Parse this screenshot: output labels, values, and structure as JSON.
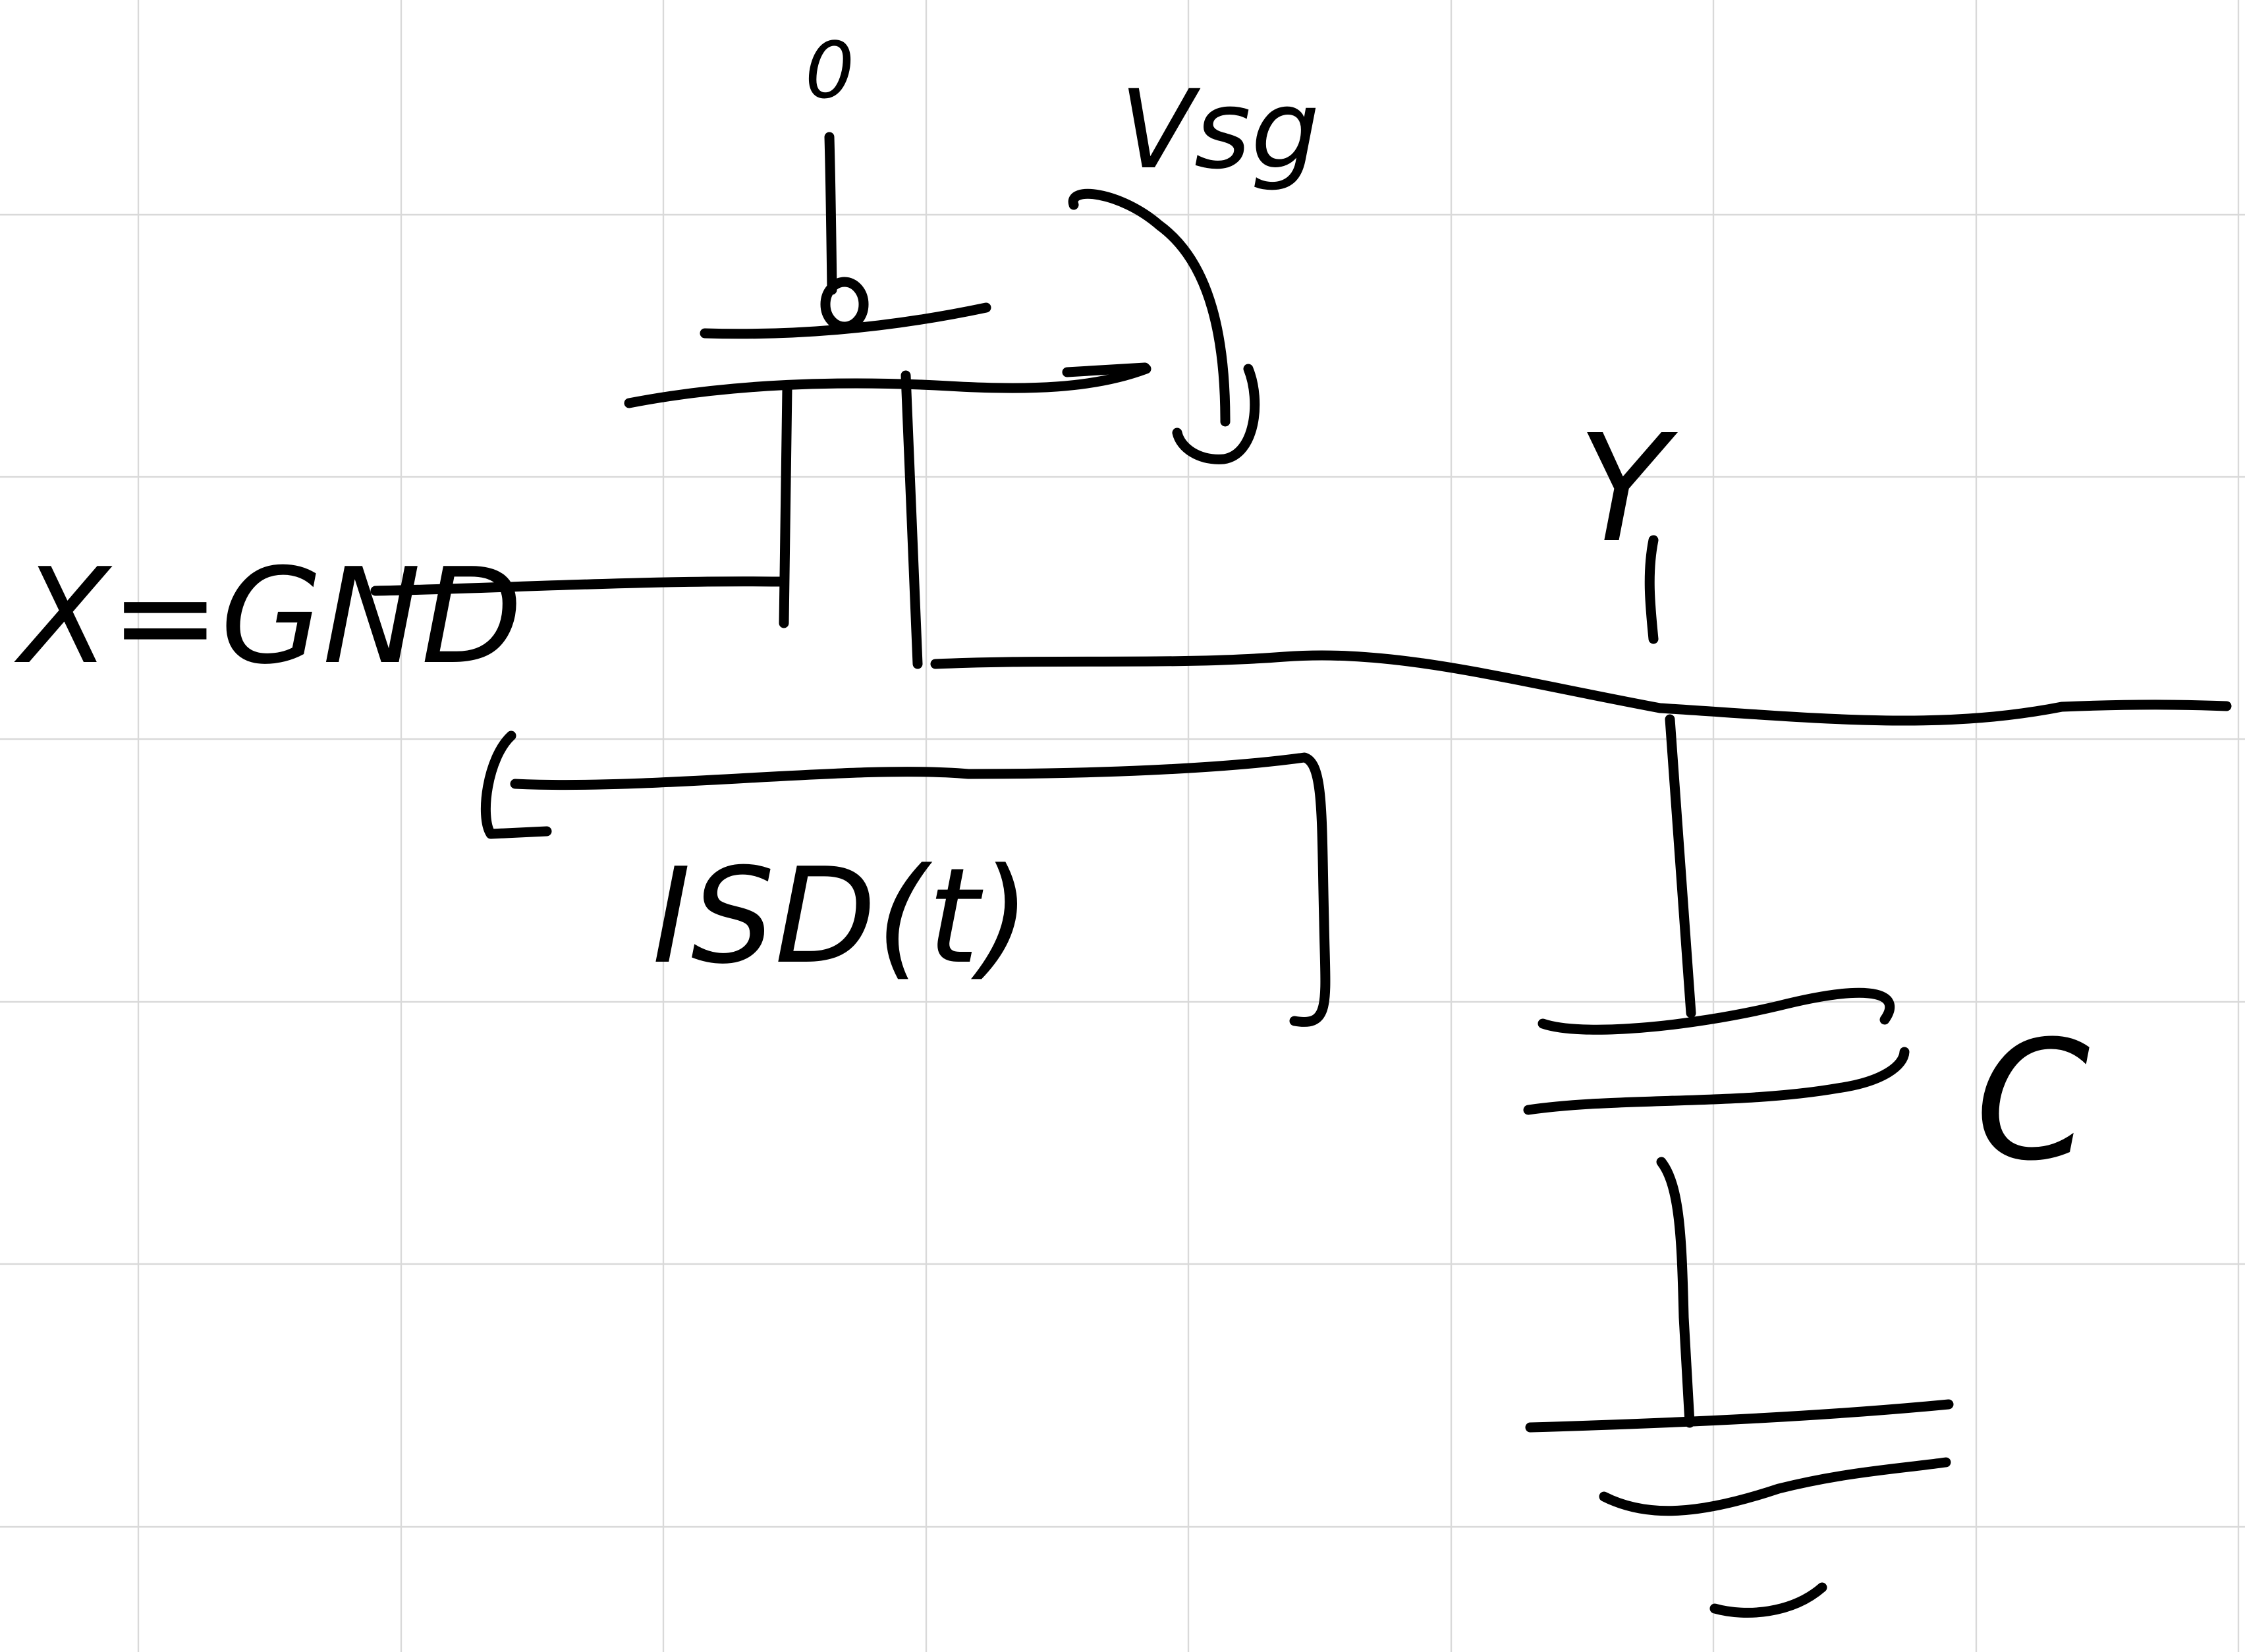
{
  "colors": {
    "ink": "#000000",
    "grid": "#d9d9d9",
    "paper": "#ffffff"
  },
  "labels": {
    "gate_voltage": "0",
    "source_gate_voltage": "Vsg",
    "source": "X=GND",
    "output_node": "Y",
    "current": "ISD(t)",
    "capacitor": "C"
  }
}
